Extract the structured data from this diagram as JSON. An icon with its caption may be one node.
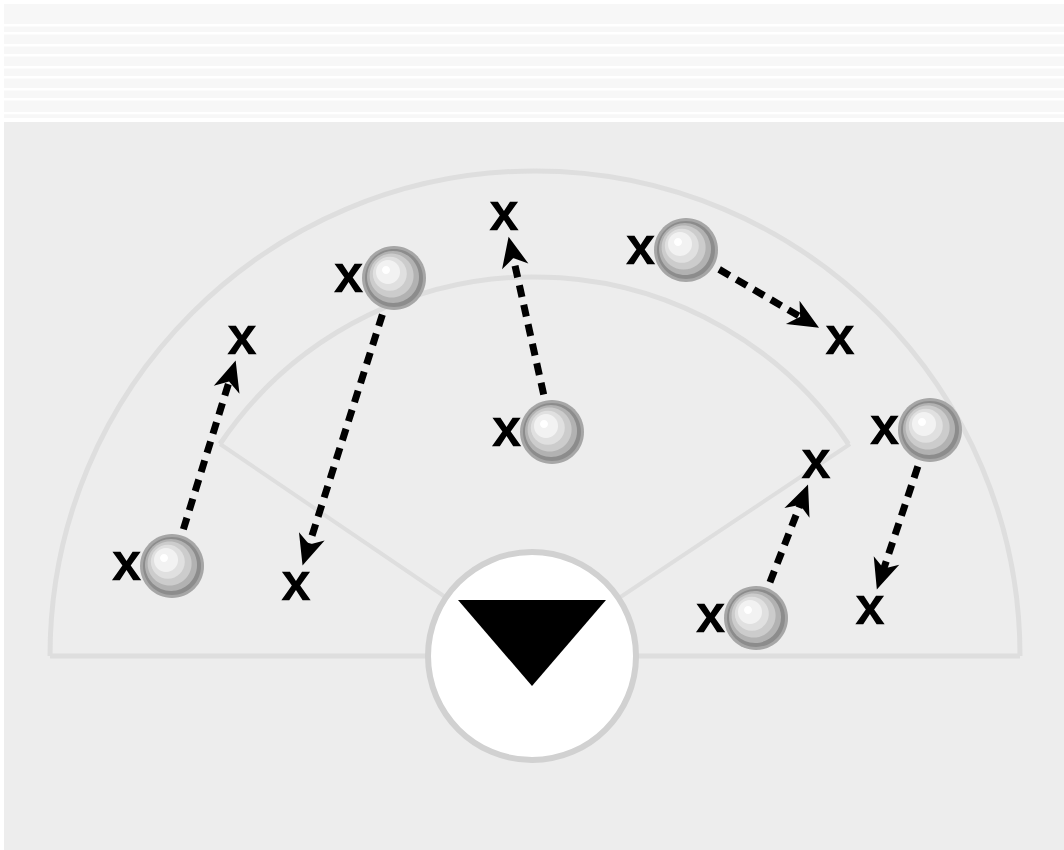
{
  "diagram": {
    "nodes": [
      {
        "text": [],
        "shape": "circle",
        "beside": [
          "x"
        ]
      },
      {
        "text": [],
        "shape": "circle",
        "beside": [
          "x"
        ]
      },
      {
        "text": [],
        "shape": "circle",
        "beside": [
          "x"
        ]
      },
      {
        "text": [],
        "shape": "circle",
        "beside": [
          "x"
        ]
      },
      {
        "text": [],
        "shape": "circle",
        "beside": [
          "x"
        ]
      },
      {
        "text": [],
        "shape": "circle",
        "beside": [
          "x"
        ]
      },
      {
        "text": [
          "x"
        ]
      },
      {
        "text": [
          "x"
        ]
      },
      {
        "text": [
          "x"
        ]
      },
      {
        "text": [
          "x"
        ]
      },
      {
        "text": [
          "x"
        ]
      },
      {
        "text": [
          "x"
        ]
      }
    ],
    "edges": [
      {
        "from": 0,
        "to": 6,
        "arrow": "to",
        "style": "dashed"
      },
      {
        "from": 1,
        "to": 7,
        "arrow": "to",
        "style": "dashed"
      },
      {
        "from": 2,
        "to": 8,
        "arrow": "to",
        "style": "dashed"
      },
      {
        "from": 3,
        "to": 9,
        "arrow": "to",
        "style": "dashed"
      },
      {
        "from": 4,
        "to": 10,
        "arrow": "to",
        "style": "dashed"
      },
      {
        "from": 5,
        "to": 11,
        "arrow": "to",
        "style": "dashed"
      }
    ]
  }
}
